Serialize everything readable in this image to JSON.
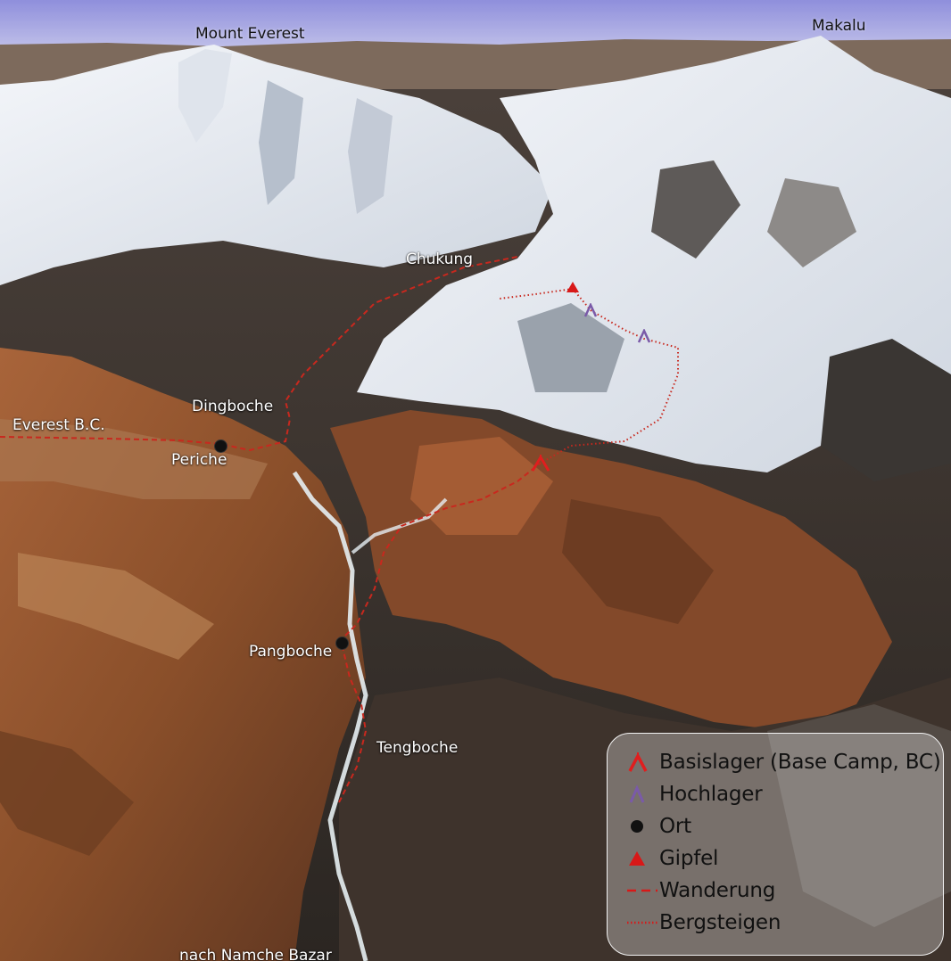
{
  "map": {
    "labels": {
      "mount_everest": "Mount Everest",
      "makalu": "Makalu",
      "chukung": "Chukung",
      "dingboche": "Dingboche",
      "everest_bc": "Everest B.C.",
      "periche": "Periche",
      "pangboche": "Pangboche",
      "tengboche": "Tengboche",
      "namche": "nach Namche Bazar"
    }
  },
  "legend": {
    "items": [
      {
        "icon": "base-camp-icon",
        "label": "Basislager (Base Camp, BC)",
        "color": "#e01e1e"
      },
      {
        "icon": "high-camp-icon",
        "label": "Hochlager",
        "color": "#7a5aa8"
      },
      {
        "icon": "place-dot-icon",
        "label": "Ort",
        "color": "#111111"
      },
      {
        "icon": "summit-triangle-icon",
        "label": "Gipfel",
        "color": "#d81818"
      },
      {
        "icon": "hiking-line-icon",
        "label": "Wanderung",
        "color": "#d81818"
      },
      {
        "icon": "climbing-line-icon",
        "label": "Bergsteigen",
        "color": "#d81818"
      }
    ]
  },
  "colors": {
    "sky": "#a9a9e6",
    "snow": "#eef1f6",
    "terrain_brown": "#9a5a30",
    "rock_dark": "#3b3530",
    "route": "#c8281e"
  }
}
